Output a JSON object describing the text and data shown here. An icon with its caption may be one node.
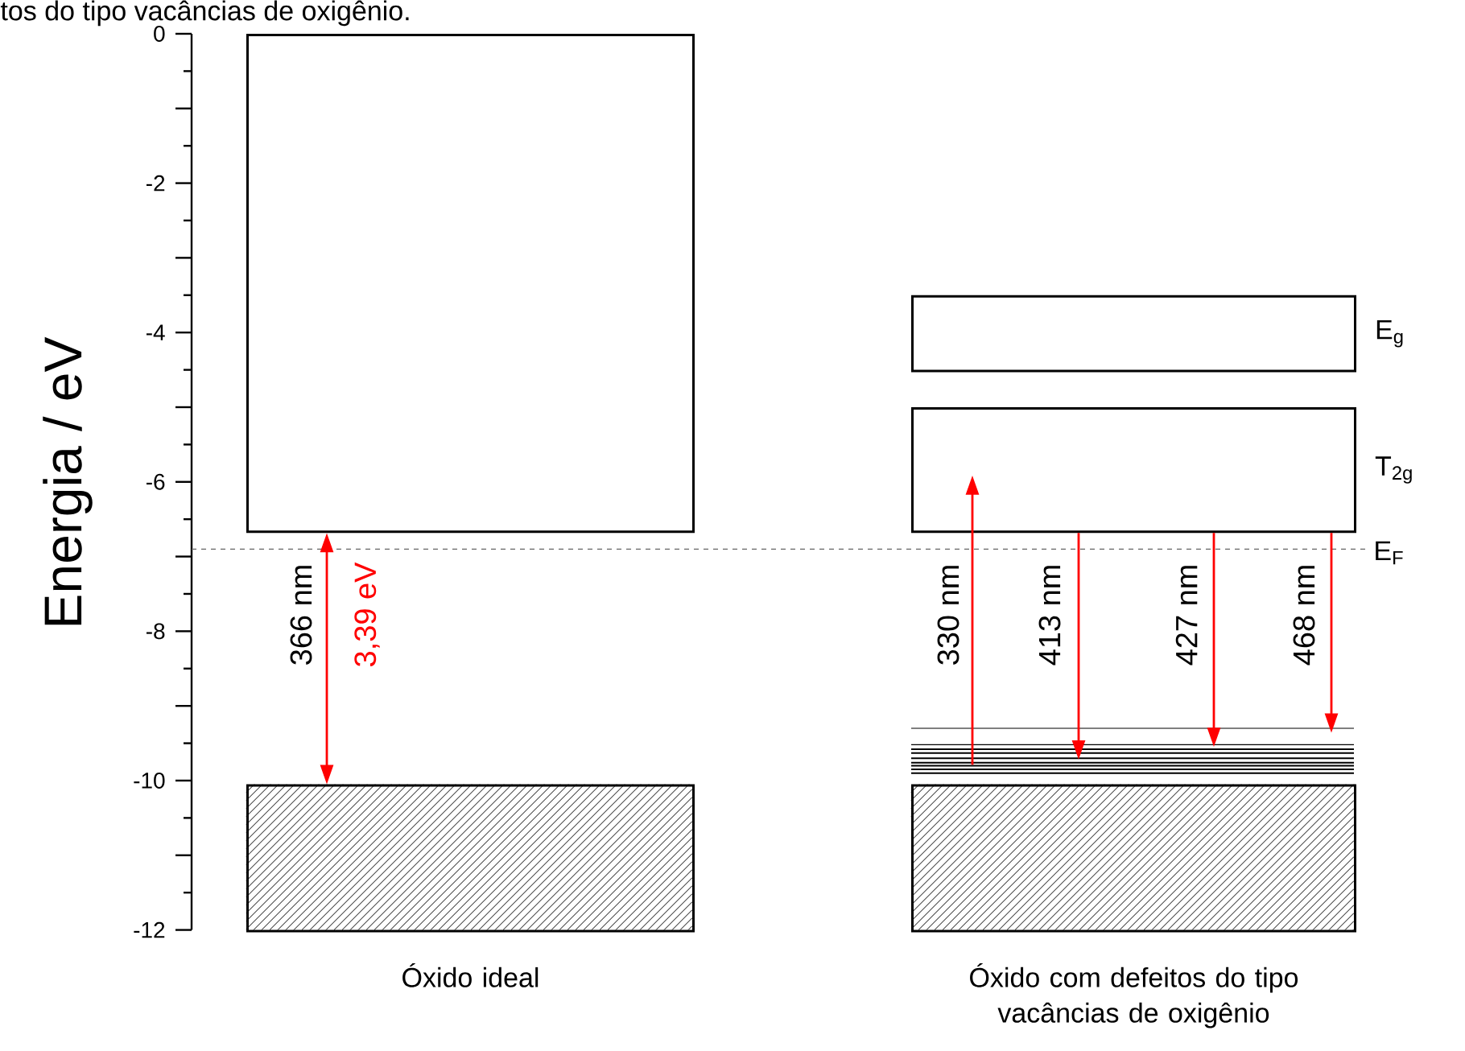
{
  "diagram": {
    "nodes": [
      {
        "text": [],
        "shape": "box"
      },
      {
        "text": [],
        "shape": "box",
        "beside": [
          "Óxido ideal"
        ]
      },
      {
        "text": [
          "E$_{g}$"
        ]
      },
      {
        "text": [
          "T$_{2g}$"
        ]
      },
      {
        "text": [],
        "shape": "bar"
      },
      {
        "text": [],
        "shape": "box",
        "beside": [
          "Óxido com defeitos do tipo vacâncias de oxigênio"
        ]
      }
    ],
    "edges": [
      {
        "from": 1,
        "to": 0,
        "arrow": "both",
        "label": "366 nm"
      },
      {
        "from": 4,
        "to": 3,
        "arrow": "to",
        "label": "330 nm"
      },
      {
        "from": 3,
        "to": 4,
        "arrow": "to",
        "label": "413 nm"
      },
      {
        "from": 3,
        "to": 4,
        "arrow": "to",
        "label": "427 nm"
      },
      {
        "from": 3,
        "to": 4,
        "arrow": "to",
        "label": "468 nm"
      }
    ],
    "labels": [
      "tos do tipo vacâncias de oxigênio.",
      "0",
      "-2",
      "-4",
      "-6",
      "-8",
      "-10",
      "-12",
      "Energia / eV",
      "3,39 eV",
      "E$_{F}$"
    ]
  }
}
